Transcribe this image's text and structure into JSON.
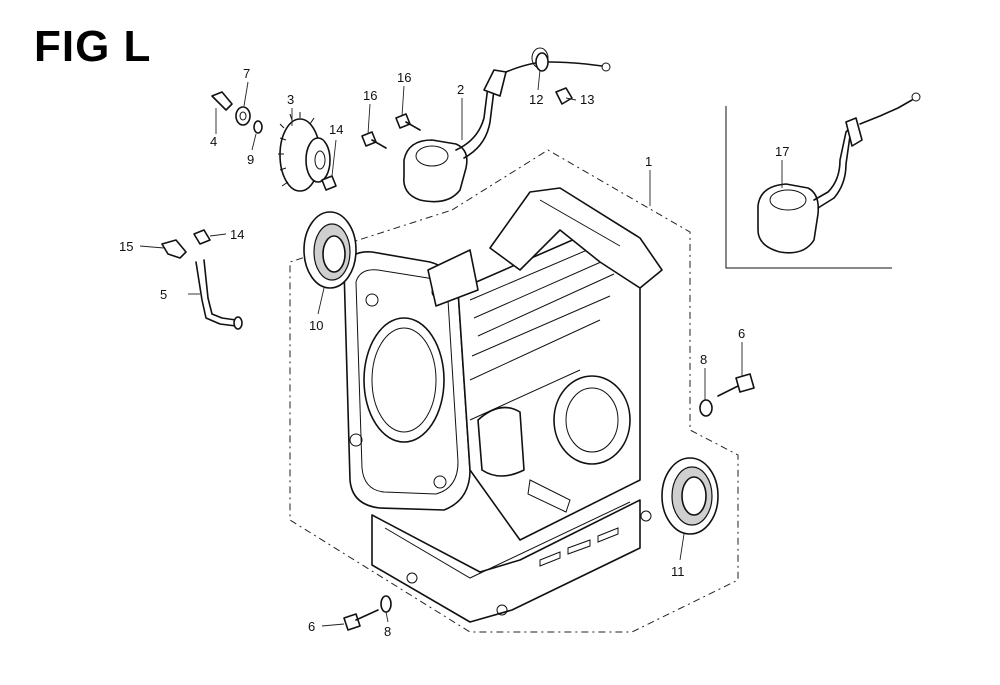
{
  "figure": {
    "title": "FIG L"
  },
  "callouts": {
    "c1": "1",
    "c2": "2",
    "c3": "3",
    "c4": "4",
    "c5": "5",
    "c6a": "6",
    "c6b": "6",
    "c7": "7",
    "c8a": "8",
    "c8b": "8",
    "c9": "9",
    "c10": "10",
    "c11": "11",
    "c12": "12",
    "c13": "13",
    "c14a": "14",
    "c14b": "14",
    "c15": "15",
    "c16a": "16",
    "c16b": "16",
    "c17": "17"
  }
}
